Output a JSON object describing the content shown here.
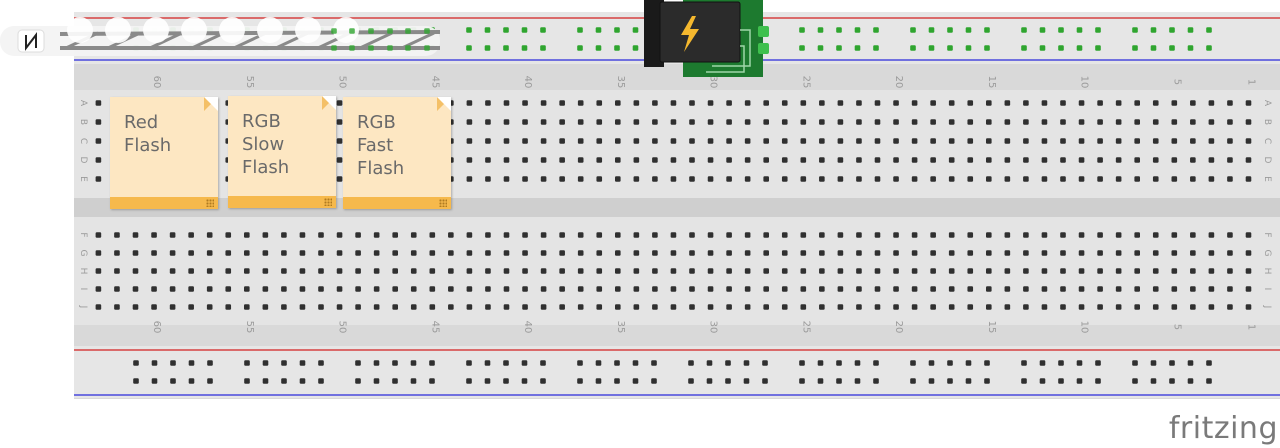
{
  "board": {
    "column_numbers": [
      "60",
      "55",
      "50",
      "45",
      "40",
      "35",
      "30",
      "25",
      "20",
      "15",
      "10",
      "5",
      "1"
    ],
    "row_letters_top": [
      "A",
      "B",
      "C",
      "D",
      "E"
    ],
    "row_letters_bottom": [
      "F",
      "G",
      "H",
      "I",
      "J"
    ],
    "colors": {
      "board": "#d9d9d9",
      "rail_red": "#d32020",
      "rail_blue": "#2a2adb",
      "hole": "#303030",
      "power_hole": "#2fa52f",
      "pcb": "#1d7a2f"
    }
  },
  "notes": [
    {
      "text": "Red\nFlash"
    },
    {
      "text": "RGB\nSlow\nFlash"
    },
    {
      "text": "RGB\nFast\nFlash"
    }
  ],
  "power_jack": {
    "icon": "lightning-bolt-icon"
  },
  "logo": {
    "text": "fritzing"
  }
}
